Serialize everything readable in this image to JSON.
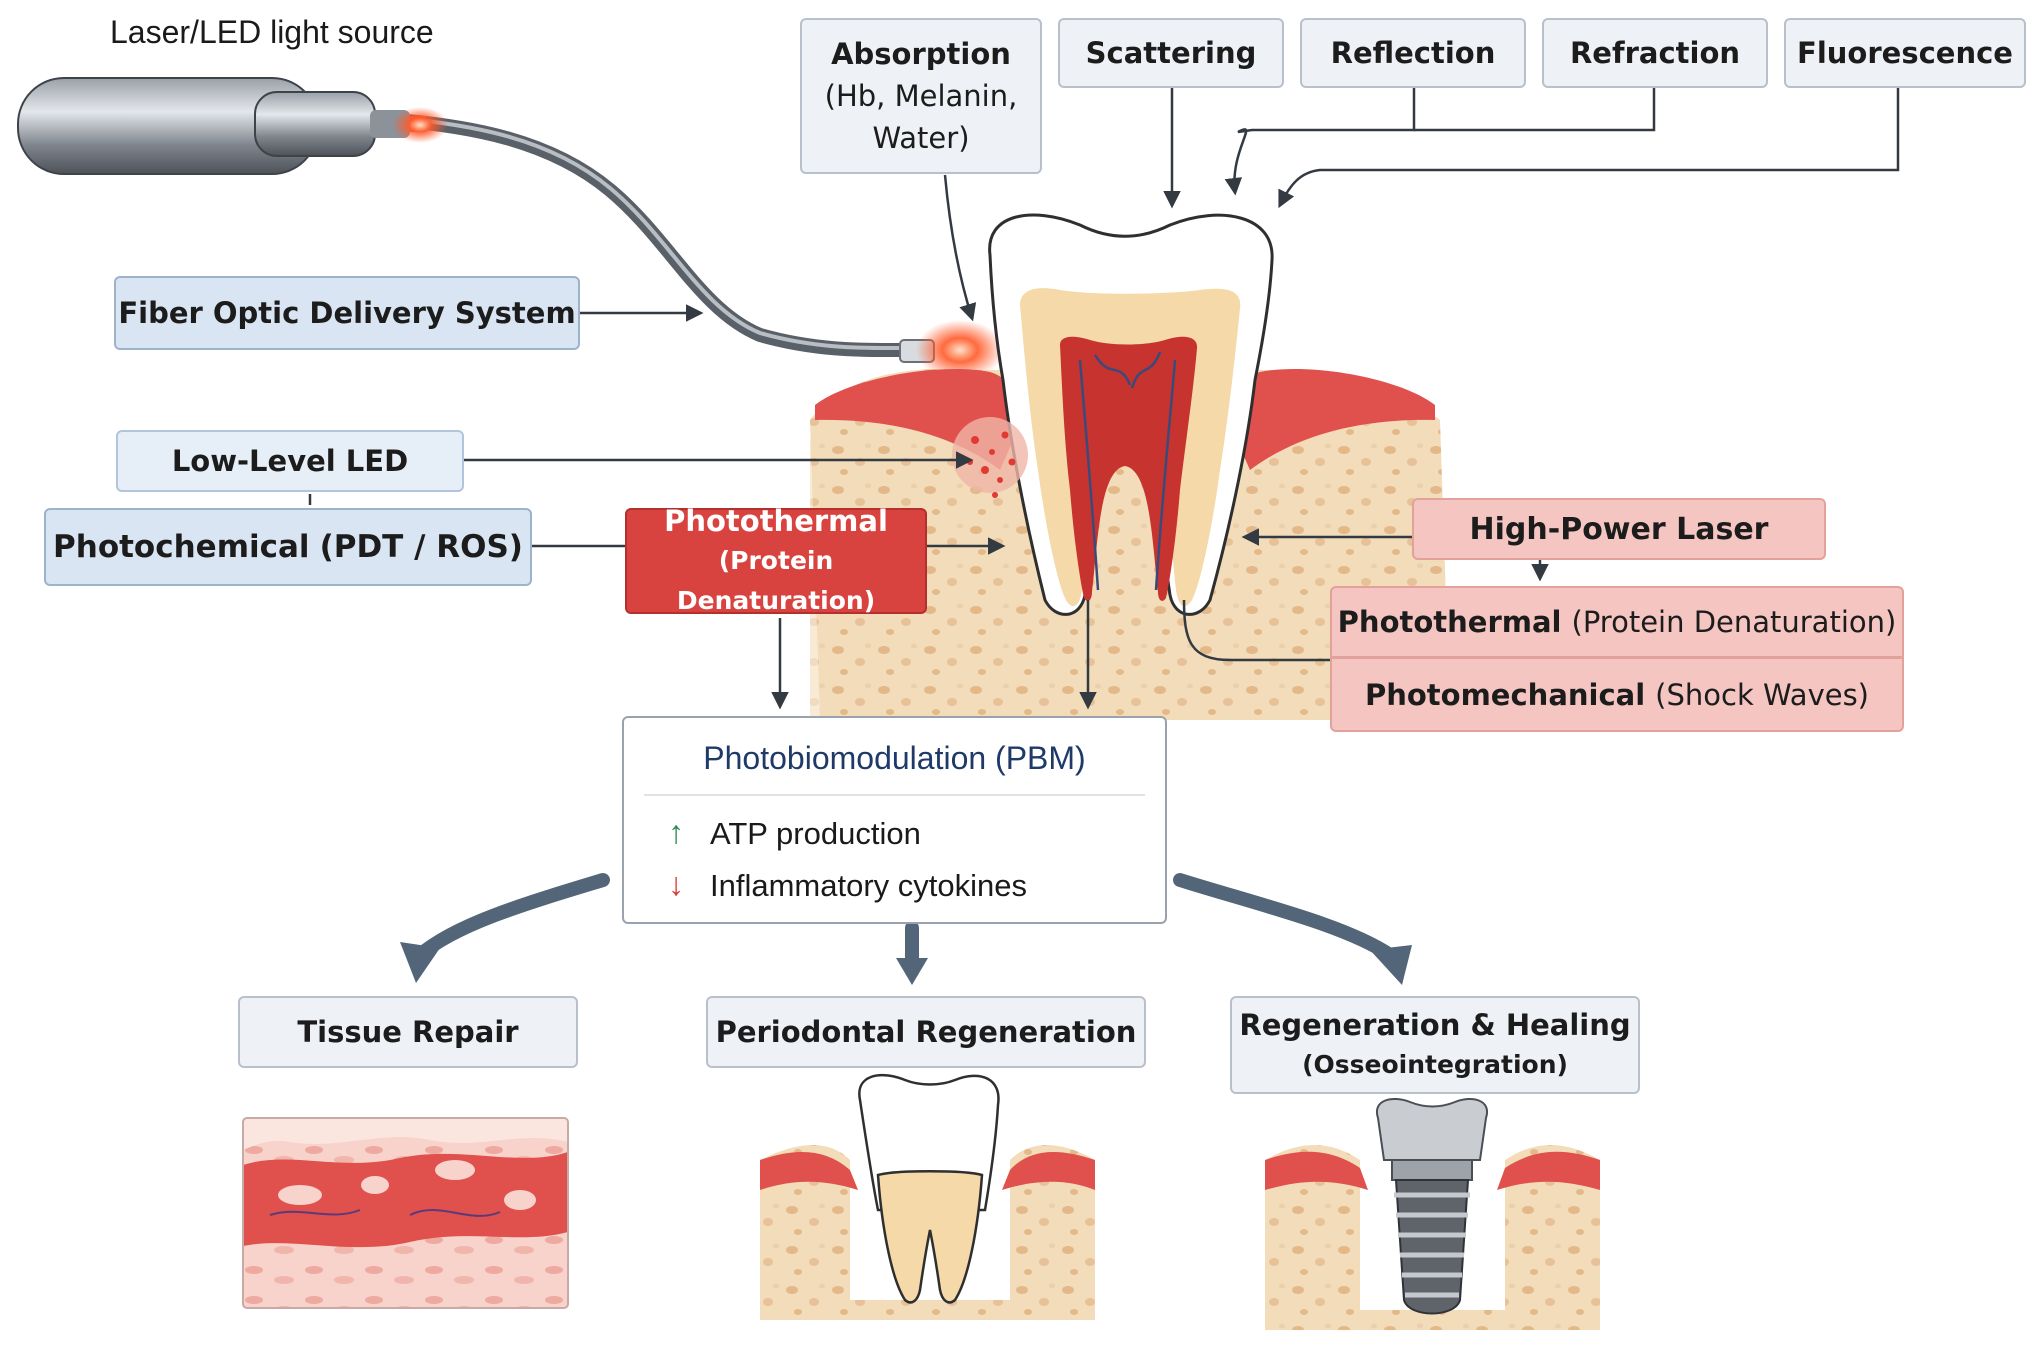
{
  "light_source_label": "Laser/LED light source",
  "interactions": {
    "absorption_title": "Absorption",
    "absorption_line2": "(Hb, Melanin,",
    "absorption_line3": "Water)",
    "scattering": "Scattering",
    "reflection": "Reflection",
    "refraction": "Refraction",
    "fluorescence": "Fluorescence"
  },
  "fiber_optic": "Fiber Optic Delivery System",
  "low_level_led": "Low-Level LED",
  "photochemical": {
    "bold": "Photochemical",
    "rest": "(PDT / ROS)"
  },
  "photothermal_center": {
    "title": "Photothermal",
    "sub": "(Protein Denaturation)"
  },
  "high_power_laser": "High-Power Laser",
  "photothermal_right": {
    "bold": "Photothermal",
    "rest": "(Protein Denaturation)"
  },
  "photomechanical": {
    "bold": "Photomechanical",
    "rest": "(Shock Waves)"
  },
  "pbm": {
    "title": "Photobiomodulation (PBM)",
    "items": [
      {
        "arrow": "↑",
        "arrow_color": "#2e8b57",
        "text": "ATP production"
      },
      {
        "arrow": "↓",
        "arrow_color": "#d83a34",
        "text": "Inflammatory cytokines"
      }
    ]
  },
  "outcomes": {
    "tissue_repair": "Tissue Repair",
    "periodontal": "Periodontal Regeneration",
    "healing_title": "Regeneration & Healing",
    "healing_sub": "(Osseointegration)"
  },
  "colors": {
    "gum": "#e0504c",
    "gum_dark": "#b93a36",
    "bone": "#f3dcb9",
    "dentin": "#f5d9a8",
    "enamel": "#ffffff",
    "pulp": "#c7332f",
    "laser_glow": "#ff4a2a",
    "arrow": "#3a3f47",
    "blue_arrow": "#536578"
  }
}
